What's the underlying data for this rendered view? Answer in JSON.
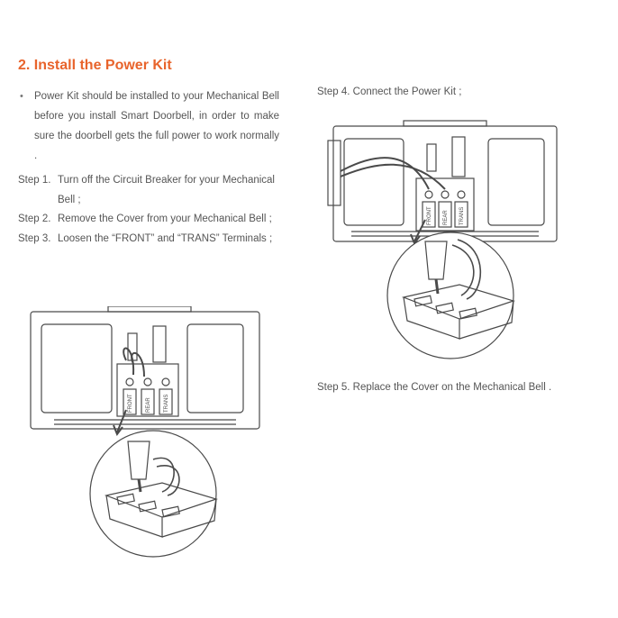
{
  "section": {
    "title": "2. Install the Power Kit"
  },
  "intro": {
    "bullet": "•",
    "text": "Power Kit should be installed to your Mechanical Bell before you install Smart Doorbell, in order to make sure the doorbell gets the full power to work normally ."
  },
  "steps": [
    {
      "label": "Step 1.",
      "text": "Turn off the Circuit Breaker for your Mechanical Bell ;"
    },
    {
      "label": "Step 2.",
      "text": "Remove the Cover from your Mechanical Bell ;"
    },
    {
      "label": "Step 3.",
      "text": "Loosen the “FRONT” and “TRANS” Terminals ;"
    }
  ],
  "step4": {
    "text": "Step 4. Connect the Power Kit ;"
  },
  "step5": {
    "text": "Step 5. Replace the Cover on the Mechanical Bell ."
  },
  "illustration": {
    "terminal_labels": [
      "FRONT",
      "REAR",
      "TRANS"
    ]
  },
  "colors": {
    "accent": "#e8642c",
    "text": "#555555",
    "line": "#4a4a4a"
  }
}
